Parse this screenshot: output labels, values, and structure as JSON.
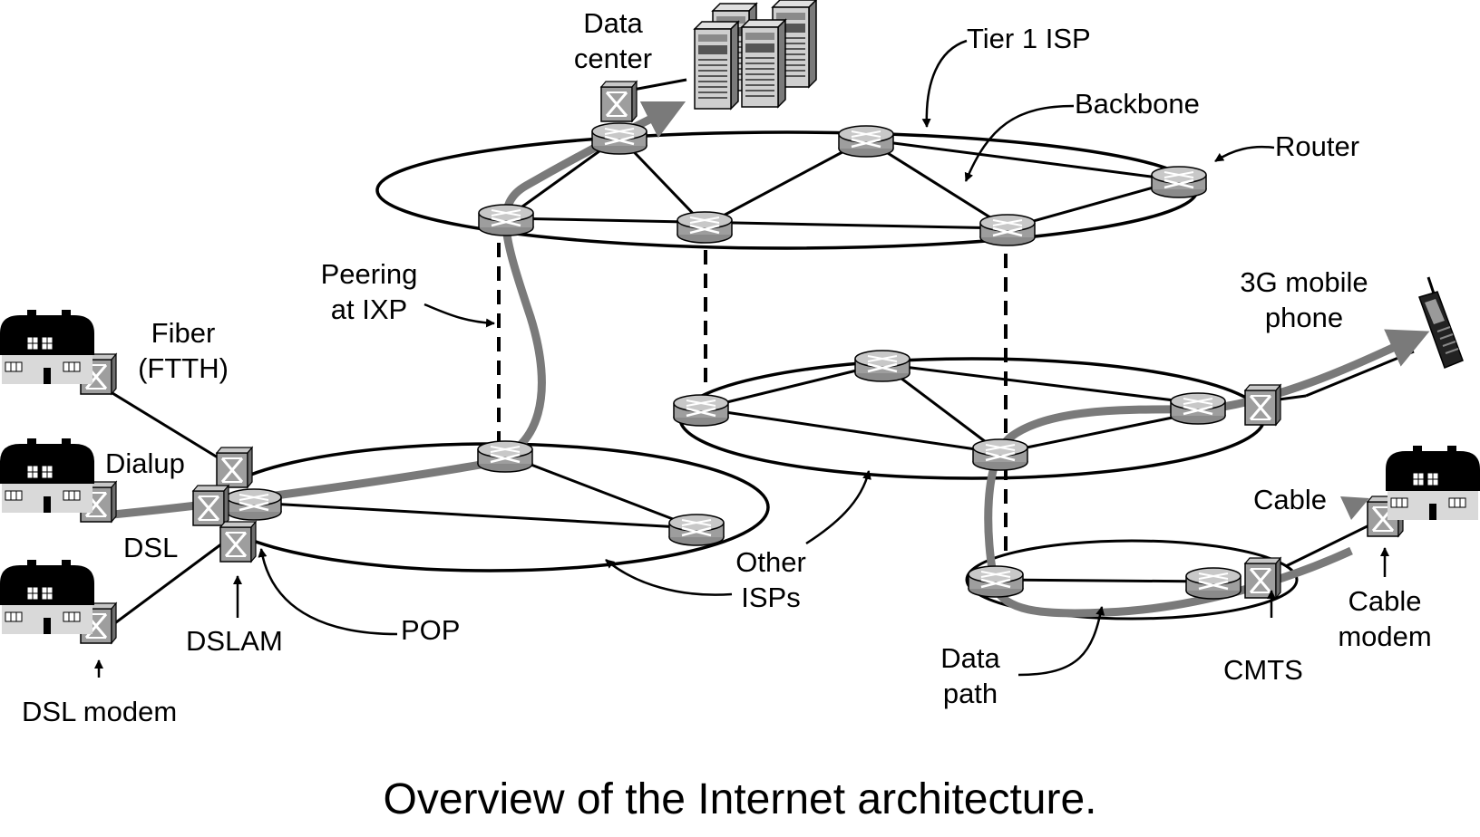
{
  "labels": {
    "data_center": [
      "Data",
      "center"
    ],
    "tier1_isp": "Tier 1 ISP",
    "backbone": "Backbone",
    "router": "Router",
    "peering": [
      "Peering",
      "at IXP"
    ],
    "mobile": [
      "3G mobile",
      "phone"
    ],
    "fiber": [
      "Fiber",
      "(FTTH)"
    ],
    "dialup": "Dialup",
    "dsl": "DSL",
    "dslam": "DSLAM",
    "dsl_modem": "DSL modem",
    "pop": "POP",
    "other_isps": [
      "Other",
      "ISPs"
    ],
    "cable": "Cable",
    "cable_modem": [
      "Cable",
      "modem"
    ],
    "cmts": "CMTS",
    "data_path": [
      "Data",
      "path"
    ]
  },
  "caption": "Overview of the Internet architecture.",
  "colors": {
    "line": "#000000",
    "data_path": "#7a7a7a",
    "router_face": "#9e9e9e",
    "router_top": "#c8c8c8",
    "house": "#000000",
    "house_wall": "#d9d9d9"
  }
}
